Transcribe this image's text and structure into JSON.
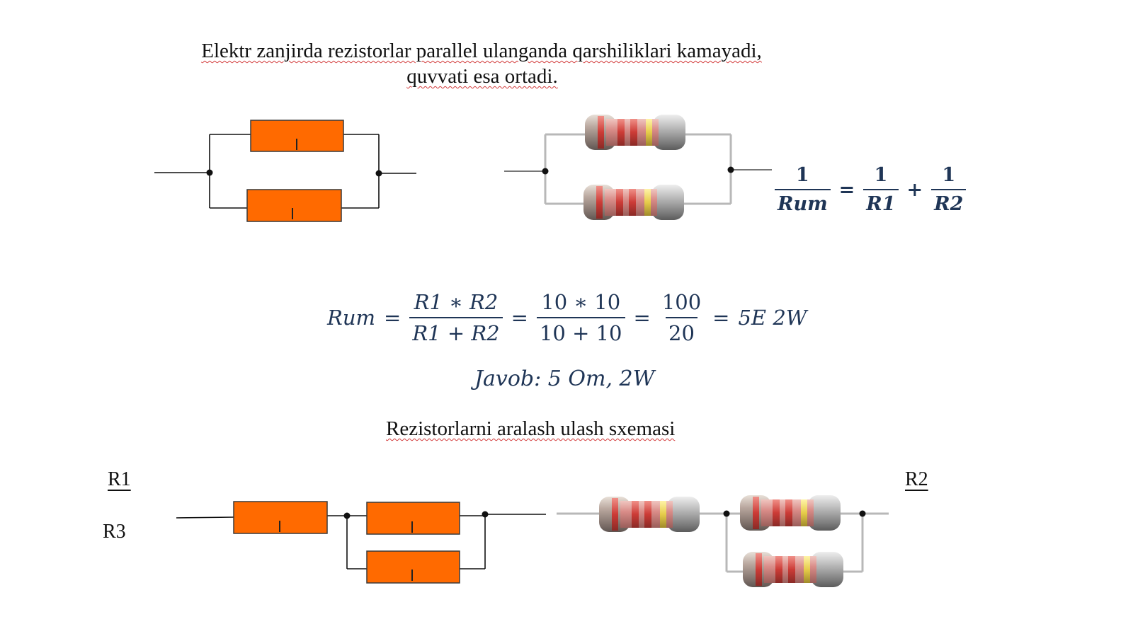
{
  "heading": {
    "line1": "Elektr zanjirda rezistorlar parallel ulanganda qarshiliklari kamayadi,",
    "line2": "quvvati esa ortadi."
  },
  "formula_parallel": {
    "lhs_num": "1",
    "lhs_den": "Rum",
    "eq": "=",
    "t1_num": "1",
    "t1_den": "R1",
    "plus": "+",
    "t2_num": "1",
    "t2_den": "R2"
  },
  "calculation": {
    "lhs": "Rum",
    "eq": "=",
    "f1_num": "R1 ∗ R2",
    "f1_den": "R1 + R2",
    "f2_num": "10 ∗ 10",
    "f2_den": "10 + 10",
    "f3_num": "100",
    "f3_den": "20",
    "result": "5E 2W"
  },
  "answer": {
    "label": "Javob",
    "value": ": 5 Om, 2W"
  },
  "mixed_heading": "Rezistorlarni aralash ulash sxemasi",
  "labels": {
    "r1": "R1",
    "r2": "R2",
    "r3": "R3"
  },
  "colors": {
    "resistor_fill": "#ff6a00",
    "resistor_stroke": "#3a3a3a",
    "wire": "#111111",
    "photo_wire": "#b8b8b8",
    "math_text": "#1f3556"
  }
}
